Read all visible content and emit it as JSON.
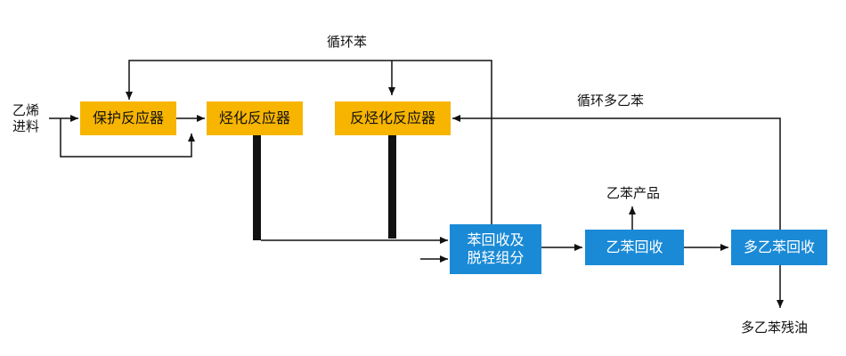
{
  "nodes": {
    "guard_reactor": "保护反应器",
    "alkylation_reactor": "烃化反应器",
    "transalkylation_reactor": "反烃化反应器",
    "benzene_recovery": "苯回收及\n脱轻组分",
    "ethylbenzene_recovery": "乙苯回收",
    "polyethylbenzene_recovery": "多乙苯回收"
  },
  "labels": {
    "ethylene_feed": "乙烯\n进料",
    "recycle_benzene": "循环苯",
    "recycle_polyethylbenzene": "循环多乙苯",
    "ethylbenzene_product": "乙苯产品",
    "polyethylbenzene_residue": "多乙苯残油"
  },
  "colors": {
    "reactor_fill": "#f7b500",
    "separation_fill": "#1a8ad6",
    "line": "#111111"
  }
}
